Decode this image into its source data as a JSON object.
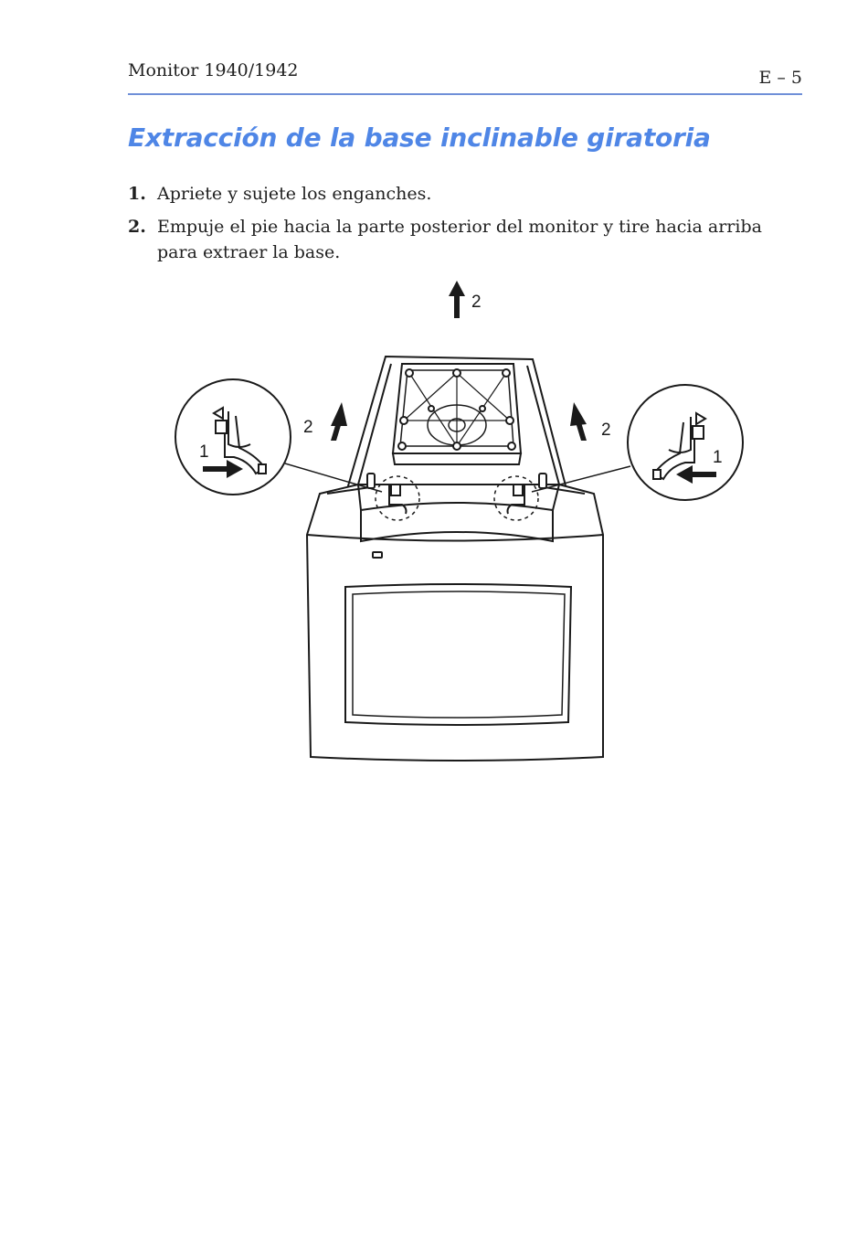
{
  "header": {
    "left": "Monitor 1940/1942",
    "right": "E – 5"
  },
  "title": "Extracción de la base inclinable giratoria",
  "steps": [
    {
      "number": "1.",
      "text": "Apriete y sujete los enganches."
    },
    {
      "number": "2.",
      "text": "Empuje el pie hacia la parte posterior del monitor y tire hacia arriba para extraer la base."
    }
  ],
  "figure": {
    "labels": {
      "top_arrow": "2",
      "left_arrow": "2",
      "right_arrow": "2",
      "left_callout": "1",
      "right_callout": "1"
    }
  },
  "colors": {
    "title": "#4f86e6",
    "rule": "#6f8fd8",
    "text": "#1f1f1f"
  }
}
